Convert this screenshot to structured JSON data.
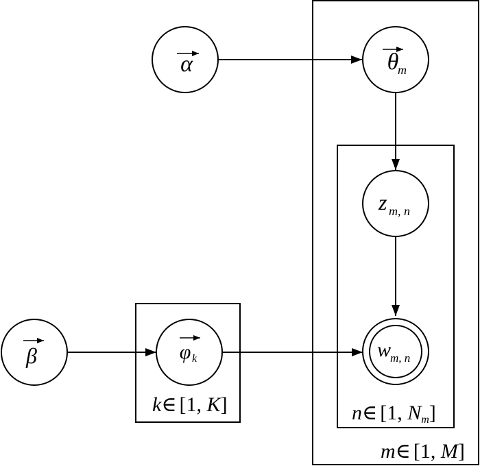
{
  "diagram": {
    "type": "plate-notation-graphical-model",
    "stroke_color": "#000000",
    "background_color": "#ffffff",
    "nodes": {
      "alpha": {
        "symbol": "α",
        "subscript": "",
        "vector": true,
        "observed": false
      },
      "theta": {
        "symbol": "θ",
        "subscript": "m",
        "vector": true,
        "observed": false
      },
      "z": {
        "symbol": "z",
        "subscript": "m, n",
        "vector": false,
        "observed": false
      },
      "w": {
        "symbol": "w",
        "subscript": "m, n",
        "vector": false,
        "observed": true
      },
      "beta": {
        "symbol": "β",
        "subscript": "",
        "vector": true,
        "observed": false
      },
      "phi": {
        "symbol": "φ",
        "subscript": "k",
        "vector": true,
        "observed": false
      }
    },
    "edges": [
      {
        "from": "alpha",
        "to": "theta"
      },
      {
        "from": "theta",
        "to": "z"
      },
      {
        "from": "z",
        "to": "w"
      },
      {
        "from": "beta",
        "to": "phi"
      },
      {
        "from": "phi",
        "to": "w"
      }
    ],
    "plates": {
      "m": {
        "index": "m",
        "elem": "∈",
        "open": "[1, ",
        "bound": "M",
        "bound_sub": "",
        "close": "]"
      },
      "n": {
        "index": "n",
        "elem": "∈",
        "open": "[1, ",
        "bound": "N",
        "bound_sub": "m",
        "close": "]"
      },
      "k": {
        "index": "k",
        "elem": "∈",
        "open": "[1, ",
        "bound": "K",
        "bound_sub": "",
        "close": "]"
      }
    }
  }
}
